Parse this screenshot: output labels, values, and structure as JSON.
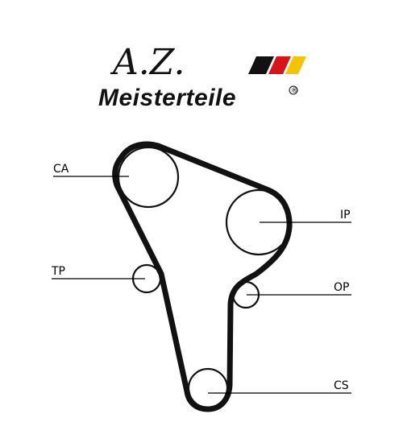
{
  "brand": {
    "signature": "A.Z.",
    "name": "Meisterteile",
    "registered": "®",
    "flag_colors": [
      "#111111",
      "#d7141a",
      "#f5c400"
    ]
  },
  "diagram": {
    "belt_color": "#111111",
    "labels": {
      "ca": "CA",
      "ip": "IP",
      "tp": "TP",
      "op": "OP",
      "cs": "CS"
    }
  }
}
